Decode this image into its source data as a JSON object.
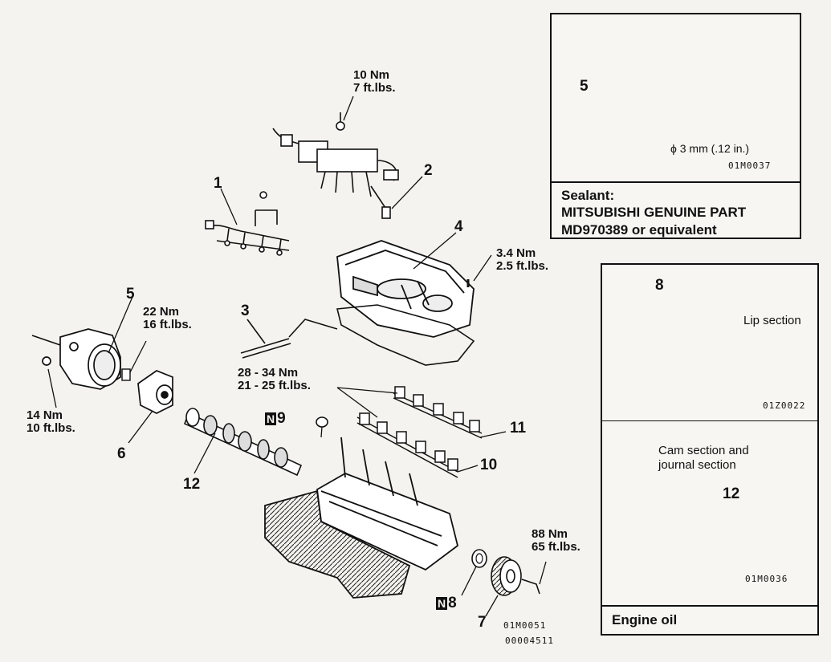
{
  "torques": {
    "t10": {
      "nm": "10 Nm",
      "ftlb": "7 ft.lbs."
    },
    "t34": {
      "nm": "3.4 Nm",
      "ftlb": "2.5 ft.lbs."
    },
    "t22": {
      "nm": "22 Nm",
      "ftlb": "16 ft.lbs."
    },
    "t14": {
      "nm": "14 Nm",
      "ftlb": "10 ft.lbs."
    },
    "t28": {
      "nm": "28 - 34 Nm",
      "ftlb": "21 - 25 ft.lbs."
    },
    "t88": {
      "nm": "88 Nm",
      "ftlb": "65 ft.lbs."
    }
  },
  "callouts": {
    "c1": "1",
    "c2": "2",
    "c3": "3",
    "c4": "4",
    "c5": "5",
    "c6": "6",
    "c7": "7",
    "c8": "8",
    "c9": "9",
    "c10": "10",
    "c11": "11",
    "c12": "12",
    "n_badge": "N"
  },
  "codes": {
    "main1": "01M0051",
    "main2": "00004511"
  },
  "sealant_panel": {
    "part_num": "5",
    "dim": "ϕ 3 mm (.12 in.)",
    "code": "01M0037",
    "line1": "Sealant:",
    "line2": "MITSUBISHI GENUINE PART",
    "line3": "MD970389 or equivalent"
  },
  "oil_panel": {
    "part_8": "8",
    "lip": "Lip section",
    "code1": "01Z0022",
    "cam_line1": "Cam section and",
    "cam_line2": "journal section",
    "part_12": "12",
    "code2": "01M0036",
    "footer": "Engine oil"
  }
}
